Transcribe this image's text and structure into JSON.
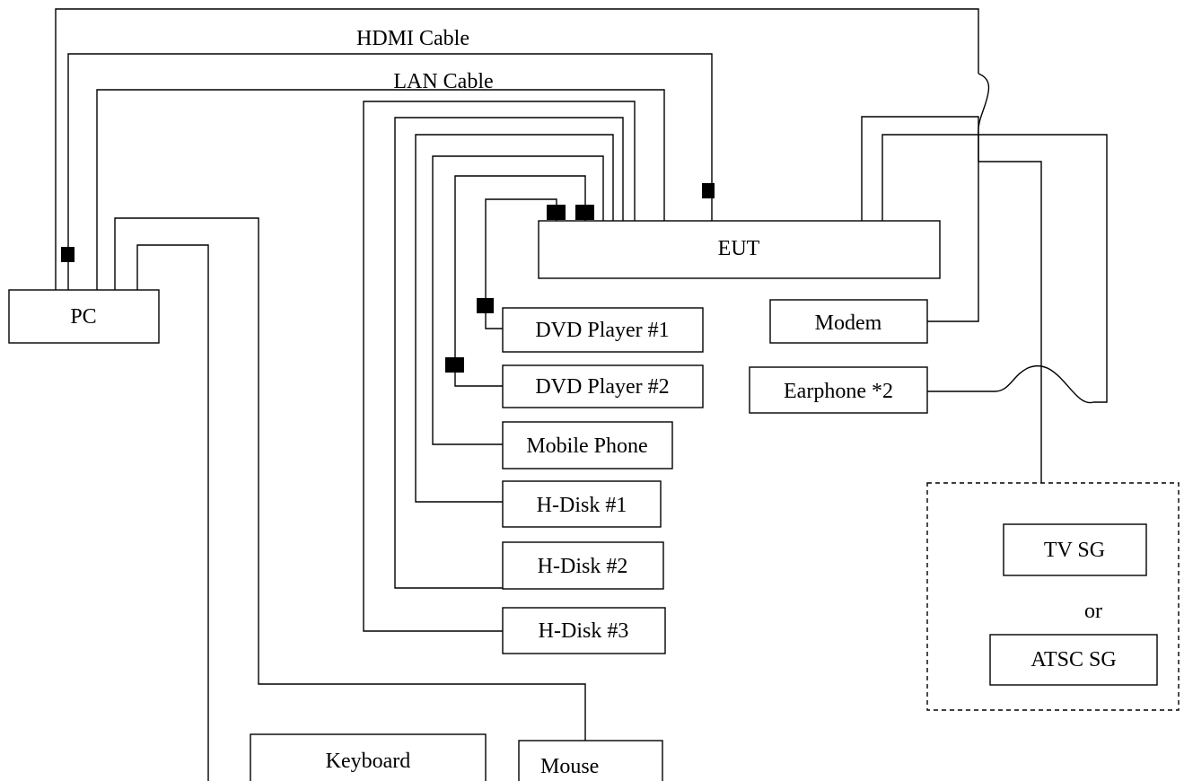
{
  "labels": {
    "hdmi_cable": "HDMI Cable",
    "lan_cable": "LAN Cable"
  },
  "devices": {
    "eut": "EUT",
    "pc": "PC",
    "dvd1": "DVD Player #1",
    "dvd2": "DVD Player #2",
    "mobile": "Mobile Phone",
    "hdisk1": "H-Disk #1",
    "hdisk2": "H-Disk #2",
    "hdisk3": "H-Disk #3",
    "modem": "Modem",
    "earphone": "Earphone *2",
    "tv_sg": "TV SG",
    "or_text": "or",
    "atsc_sg": "ATSC SG",
    "keyboard": "Keyboard",
    "mouse": "Mouse"
  }
}
